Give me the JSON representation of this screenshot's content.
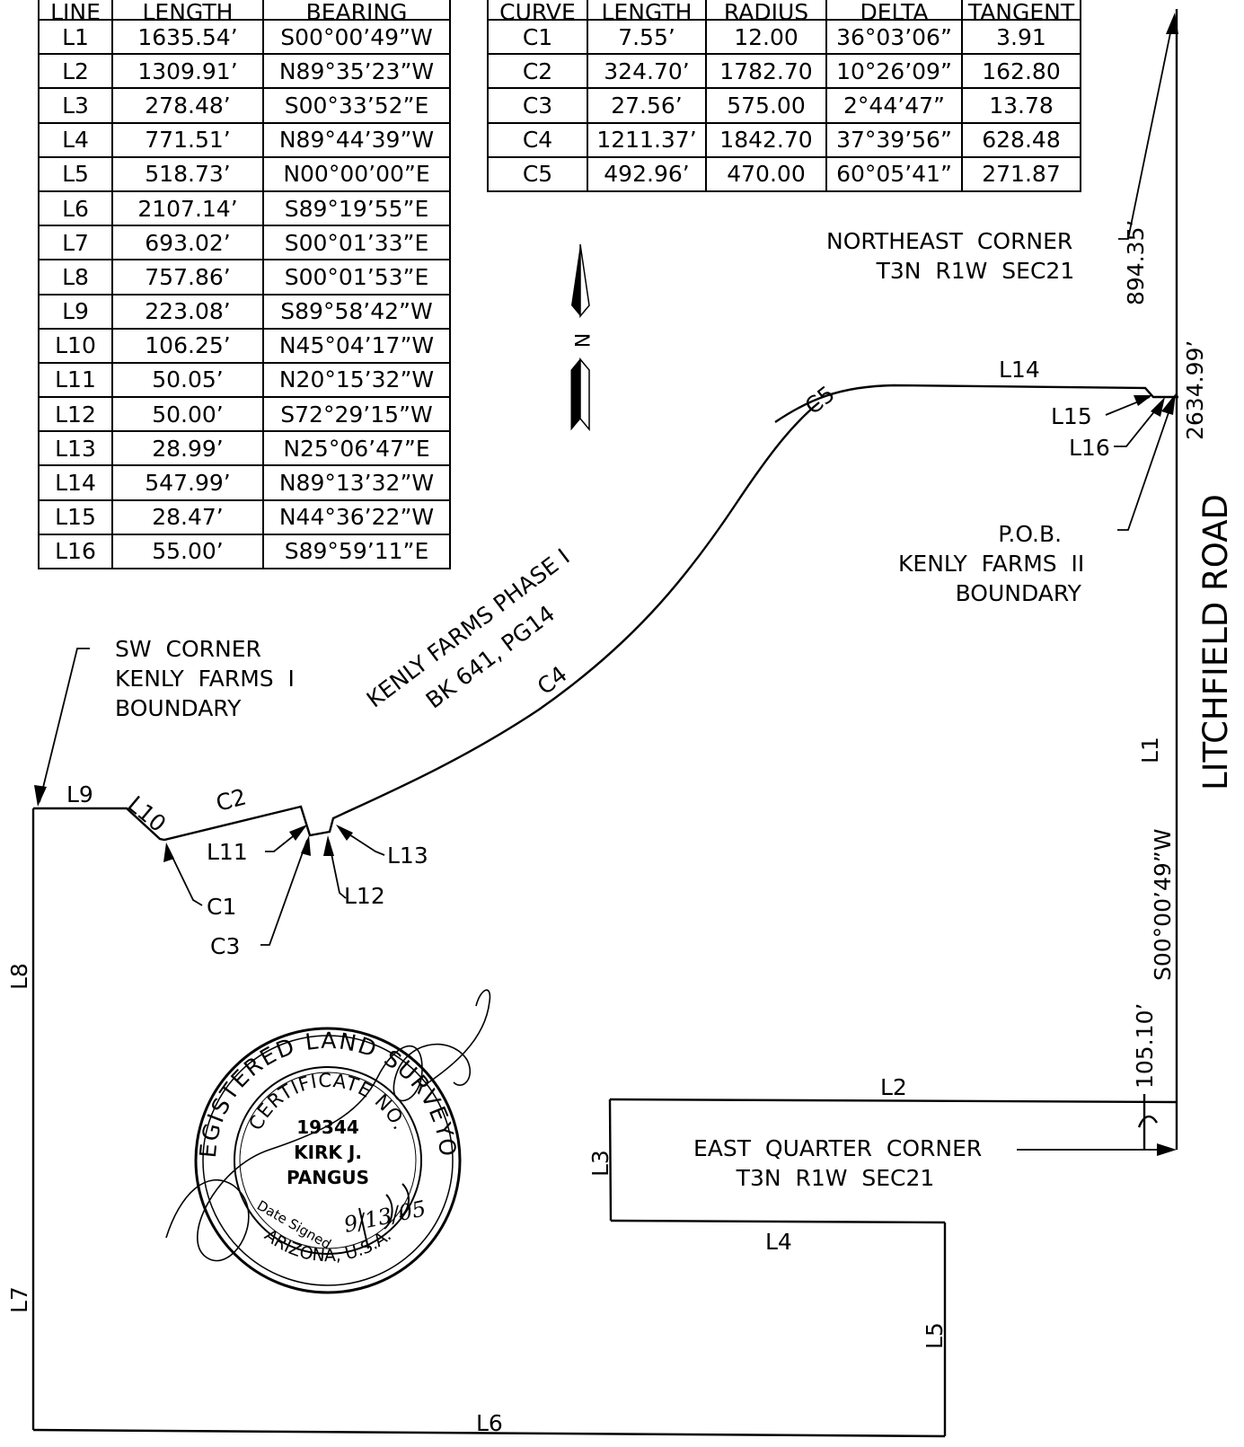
{
  "line_table": {
    "headers": [
      "LINE",
      "LENGTH",
      "BEARING"
    ],
    "rows": [
      [
        "L1",
        "1635.54’",
        "S00°00’49”W"
      ],
      [
        "L2",
        "1309.91’",
        "N89°35’23”W"
      ],
      [
        "L3",
        "278.48’",
        "S00°33’52”E"
      ],
      [
        "L4",
        "771.51’",
        "N89°44’39”W"
      ],
      [
        "L5",
        "518.73’",
        "N00°00’00”E"
      ],
      [
        "L6",
        "2107.14’",
        "S89°19’55”E"
      ],
      [
        "L7",
        "693.02’",
        "S00°01’33”E"
      ],
      [
        "L8",
        "757.86’",
        "S00°01’53”E"
      ],
      [
        "L9",
        "223.08’",
        "S89°58’42”W"
      ],
      [
        "L10",
        "106.25’",
        "N45°04’17”W"
      ],
      [
        "L11",
        "50.05’",
        "N20°15’32”W"
      ],
      [
        "L12",
        "50.00’",
        "S72°29’15”W"
      ],
      [
        "L13",
        "28.99’",
        "N25°06’47”E"
      ],
      [
        "L14",
        "547.99’",
        "N89°13’32”W"
      ],
      [
        "L15",
        "28.47’",
        "N44°36’22”W"
      ],
      [
        "L16",
        "55.00’",
        "S89°59’11”E"
      ]
    ]
  },
  "curve_table": {
    "headers": [
      "CURVE",
      "LENGTH",
      "RADIUS",
      "DELTA",
      "TANGENT"
    ],
    "rows": [
      [
        "C1",
        "7.55’",
        "12.00",
        "36°03’06”",
        "3.91"
      ],
      [
        "C2",
        "324.70’",
        "1782.70",
        "10°26’09”",
        "162.80"
      ],
      [
        "C3",
        "27.56’",
        "575.00",
        "2°44’47”",
        "13.78"
      ],
      [
        "C4",
        "1211.37’",
        "1842.70",
        "37°39’56”",
        "628.48"
      ],
      [
        "C5",
        "492.96’",
        "470.00",
        "60°05’41”",
        "271.87"
      ]
    ]
  },
  "north_arrow": {
    "label": "N"
  },
  "labels": {
    "northeast_corner": "NORTHEAST  CORNER\n       T3N  R1W  SEC21",
    "sw_corner": "SW  CORNER\nKENLY  FARMS  I\nBOUNDARY",
    "pob": "              P.O.B.\nKENLY  FARMS  II\n        BOUNDARY",
    "east_quarter": "EAST  QUARTER  CORNER\n      T3N  R1W  SEC21",
    "phase_name": "KENLY  FARMS  PHASE  I",
    "phase_book": "BK  641,  PG14",
    "road_name": "LITCHFIELD  ROAD",
    "dim_894": "894.35’",
    "dim_2634": "2634.99’",
    "dim_105": "105.10’",
    "road_bearing": "S00°00’49”W",
    "L1": "L1",
    "L2": "L2",
    "L3": "L3",
    "L4": "L4",
    "L5": "L5",
    "L6": "L6",
    "L7": "L7",
    "L8": "L8",
    "L9": "L9",
    "L10": "L10",
    "L11": "L11",
    "L12": "L12",
    "L13": "L13",
    "L14": "L14",
    "L15": "L15",
    "L16": "L16",
    "C1": "C1",
    "C2": "C2",
    "C3": "C3",
    "C4": "C4",
    "C5": "C5"
  },
  "seal": {
    "outer_text": "REGISTERED  LAND  SURVEYOR",
    "inner_text": "CERTIFICATE  NO.",
    "bottom_text": "ARIZONA, U.S.A.",
    "number": "19344",
    "name_line1": "KIRK J.",
    "name_line2": "PANGUS",
    "date_label": "Date Signed",
    "date_value": "9/13/05"
  }
}
